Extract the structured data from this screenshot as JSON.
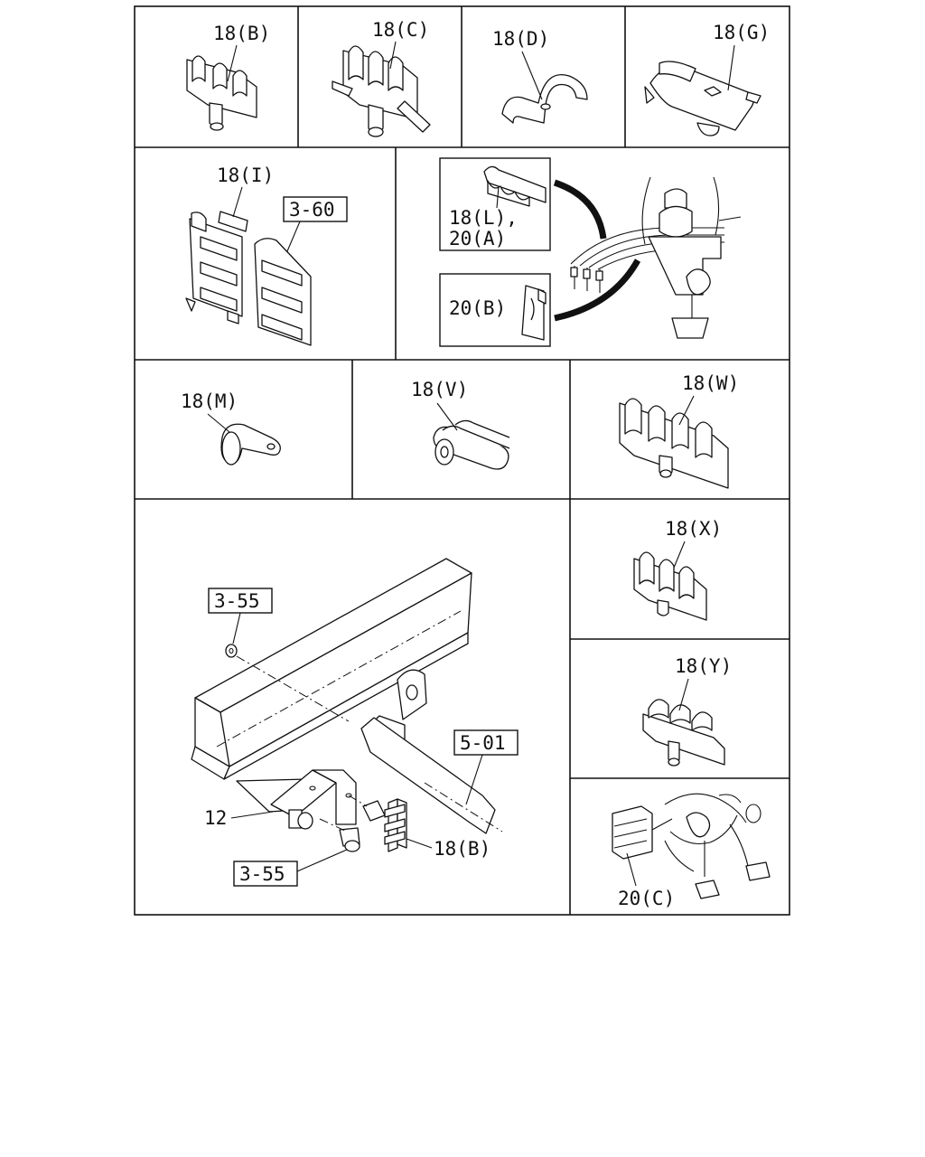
{
  "labels": {
    "b": "18(B)",
    "c": "18(C)",
    "d": "18(D)",
    "g": "18(G)",
    "i": "18(I)",
    "ref360": "3-60",
    "l_line1": "18(L),",
    "l_line2": "20(A)",
    "b20": "20(B)",
    "m": "18(M)",
    "v": "18(V)",
    "w": "18(W)",
    "x": "18(X)",
    "y": "18(Y)",
    "c20": "20(C)",
    "ref355_top": "3-55",
    "ref501": "5-01",
    "part12": "12",
    "b_bottom": "18(B)",
    "ref355_bottom": "3-55"
  }
}
